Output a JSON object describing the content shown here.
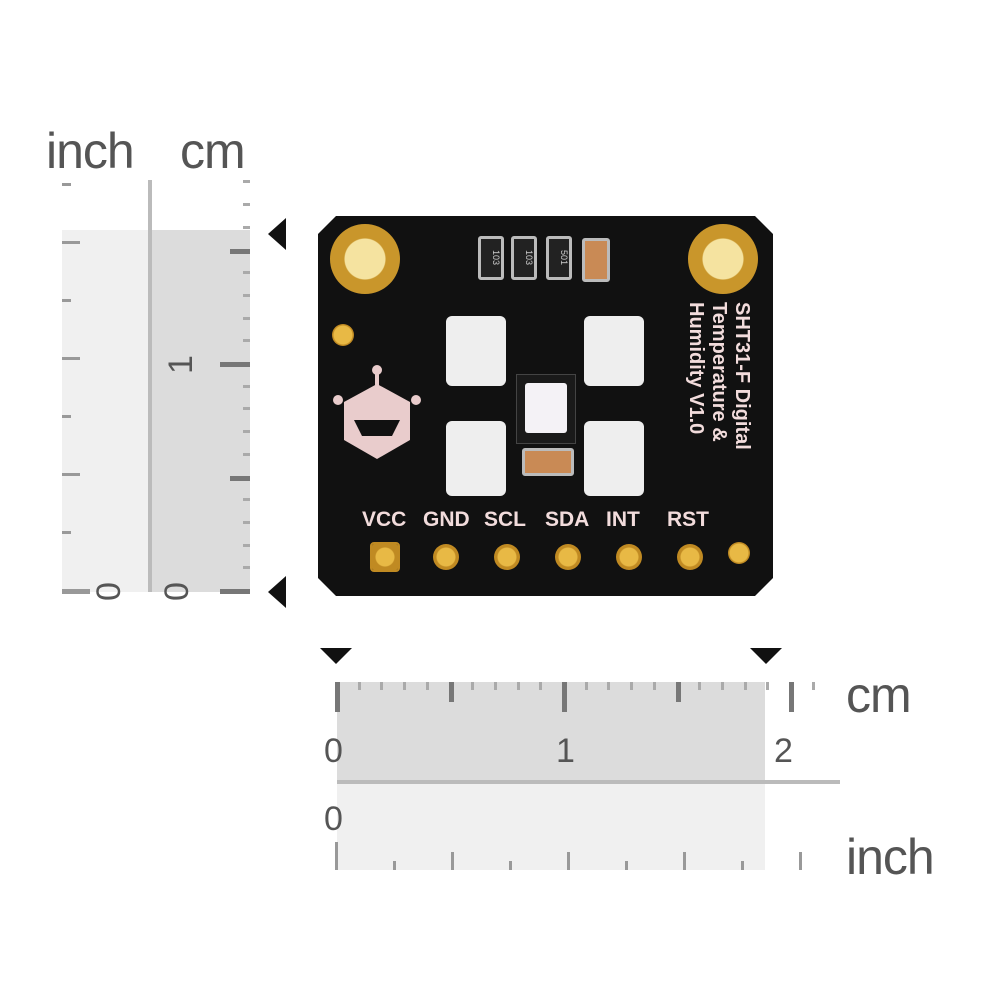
{
  "left_ruler": {
    "unit_inch": "inch",
    "unit_cm": "cm",
    "inch_zero": "0",
    "cm_zero": "0",
    "cm_one": "1"
  },
  "bottom_ruler": {
    "unit_cm": "cm",
    "unit_inch": "inch",
    "cm_labels": [
      "0",
      "1",
      "2"
    ],
    "inch_zero": "0"
  },
  "board": {
    "title_lines": [
      "SHT31-F Digital",
      "Temperature &",
      "Humidity V1.0"
    ],
    "pins": [
      "VCC",
      "GND",
      "SCL",
      "SDA",
      "INT",
      "RST"
    ],
    "resistors": [
      "103",
      "103",
      "501"
    ]
  },
  "colors": {
    "pcb": "#111111",
    "gold": "#c9962b",
    "silk": "#f2dcdc"
  }
}
